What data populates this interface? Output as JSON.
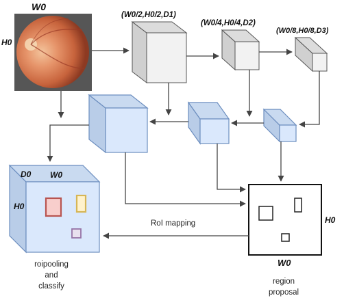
{
  "input_image": {
    "width_label": "W0",
    "height_label": "H0"
  },
  "encoder": [
    {
      "dims_label": "(W0/2,H0/2,D1)"
    },
    {
      "dims_label": "(W0/4,H0/4,D2)"
    },
    {
      "dims_label": "(W0/8,H0/8,D3)"
    }
  ],
  "roi_block": {
    "depth_label": "D0",
    "width_label": "W0",
    "height_label": "H0"
  },
  "proposal_block": {
    "width_label": "W0",
    "height_label": "H0"
  },
  "labels": {
    "roi_mapping": "RoI mapping",
    "roipooling_line1": "roipooling",
    "roipooling_line2": "and",
    "roipooling_line3": "classify",
    "region_line1": "region",
    "region_line2": "proposal"
  },
  "colors": {
    "encoder_front": "#f2f2f2",
    "decoder_front": "#dae8fc",
    "decoder_stroke": "#6c8ebf",
    "box_red": "#b85450",
    "box_red_fill": "#f8cecc",
    "box_yellow": "#d6b656",
    "box_yellow_fill": "#fff2cc",
    "box_gray": "#9673a6"
  }
}
